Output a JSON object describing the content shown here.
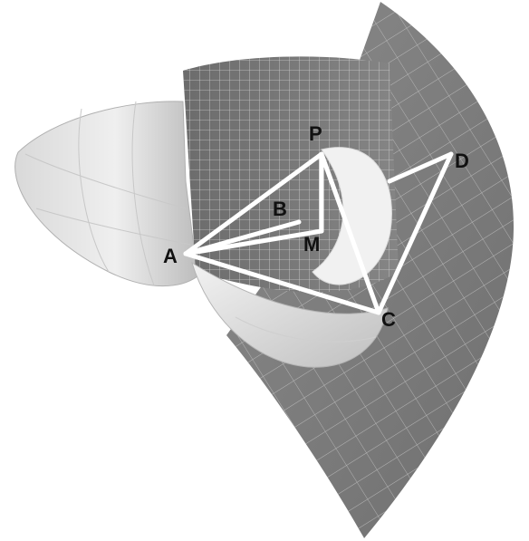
{
  "figure": {
    "points": {
      "A": "A",
      "B": "B",
      "C": "C",
      "D": "D",
      "M": "M",
      "P": "P"
    }
  },
  "colors": {
    "surface_dark": "#7e7e7e",
    "surface_mid": "#9a9a9a",
    "surface_light": "#dcdcdc",
    "edges": "#ffffff",
    "label": "#111111"
  }
}
